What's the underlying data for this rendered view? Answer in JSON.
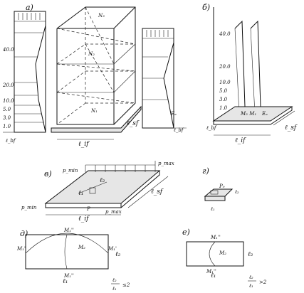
{
  "panels": {
    "a": {
      "label": "а)",
      "levels_left": [
        "40.0",
        "20.0",
        "10.0",
        "5.0",
        "3.0",
        "1.0"
      ],
      "base_label_left": "ℓ_bf",
      "force_top": "N₃",
      "force_mid": "N₂",
      "force_low": "N₁",
      "ea_label": "Eₐ",
      "depth_label": "ℓ_bf",
      "width_label": "ℓ_if",
      "length_label": "ℓ_sf"
    },
    "b": {
      "label": "б)",
      "levels": [
        "40.0",
        "20.0",
        "10.0",
        "5.0",
        "3.0",
        "1.0"
      ],
      "moments": "M₂ M₁",
      "ea_label": "Eₐ",
      "width_label": "ℓ_if",
      "length_label": "ℓ_sf",
      "base_label": "ℓ_bf"
    },
    "c": {
      "label": "в)",
      "pmin_top": "p_min",
      "pmax_top": "p_max",
      "pmin_bottom": "p_min",
      "pmax_bottom": "p_max",
      "l1": "ℓ₁",
      "l2": "ℓ₂",
      "width_label": "ℓ_if",
      "length_label": "ℓ_sf",
      "p_label": "P"
    },
    "d": {
      "label": "г)",
      "p_label": "P₀",
      "l1": "ℓ₁",
      "l2": "ℓ₂"
    },
    "e": {
      "label": "д)",
      "m1_top": "M₁''",
      "m1_left": "M₁'",
      "m1_right": "M₁'",
      "m1_bottom": "M₁''",
      "m2": "M₂",
      "l1": "ℓ₁",
      "l2": "ℓ₂",
      "ratio_num": "ℓ₂",
      "ratio_den": "ℓ₁",
      "ratio_op": "≤2"
    },
    "f": {
      "label": "е)",
      "m1_top": "M₁''",
      "m1_bottom": "M₁''",
      "m2": "M₂",
      "l1": "ℓ₁",
      "l2": "ℓ₂",
      "ratio_num": "ℓ₂",
      "ratio_den": "ℓ₁",
      "ratio_op": ">2"
    }
  }
}
